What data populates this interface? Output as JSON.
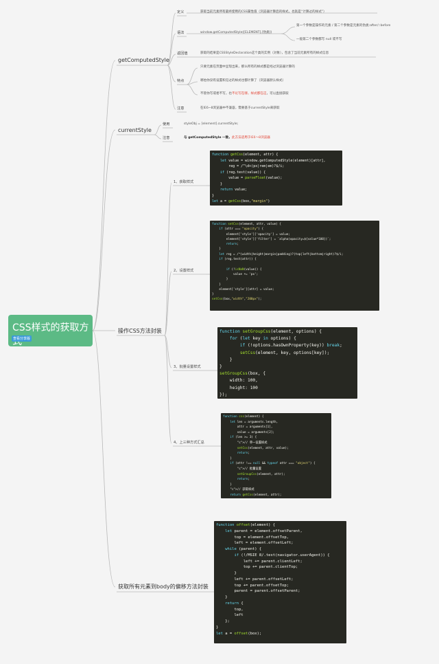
{
  "root": {
    "title": "CSS样式的获取方式",
    "tag": "查看分享版"
  },
  "getcomputedstyle": {
    "label": "getComputedStyle",
    "def_label": "定义",
    "def_text": "获取当前元素所有最终使用的CSS属性值（浏览器计算后的样式，也就是“计算过的样式”）",
    "syntax_label": "语法",
    "syntax_text": "window.getComputedStyle([ELEMENT],[伪类])",
    "syntax_note1": "第一个参数是操作的元素 / 第二个参数是元素的伪类:after/::before",
    "syntax_note2": "一般第二个参数都写 null 或不写",
    "return_label": "返回值",
    "return_text": "获取的结果是CSSStyleDeclaration这个类的实例（对象），包含了当前元素所有的样式信息",
    "feature_label": "特点",
    "feature1": "只要元素在页面中呈现出来，那么所有的样式都是经过浏览器计算的",
    "feature2": "哪怕你没有设置和见过的样式也都计算了（浏览器默认样式）",
    "feature3_pre": "不管你写或者不写，也",
    "feature3_hl": "不论写在哪，样式都在这",
    "feature3_post": "，可以直接获取",
    "note_label": "注意",
    "note_text": "在IE6~8浏览器中不兼容，需要基于currentStyle来获取"
  },
  "currentstyle": {
    "label": "currentStyle",
    "use_label": "使用",
    "use_text": "styleObj = [element].currentStyle;",
    "note_label": "注意",
    "note_bold": "与 getComputedStyle 一致，",
    "note_hl": "此方法适用于IE6～8浏览器"
  },
  "encapsulate": {
    "label": "操作CSS方法封装",
    "item1": "1、获取样式",
    "item2": "2、设置样式",
    "item3": "3、批量设置样式",
    "item4": "4、上三种方式汇总"
  },
  "offset": {
    "label": "获取所有元素到body的偏移方法封装"
  },
  "code": {
    "getcss": "function getCss(element, attr) {\n    let value = window.getComputedStyle(element)[attr],\n        reg = /^\\d+(px|rem|em)?$/i;\n    if (reg.test(value)) {\n        value = parseFloat(value);\n    }\n    return value;\n}\nlet a = getCss(box,\"margin\")",
    "setcss": "function setCss(element, attr, value) {\n    if (attr === \"opacity\") {\n        element['style']['opacity'] = value;\n        element['style']['filter'] = `alpha(opacity=${value*100})`;\n        return;\n    }\n    let reg = /^(width|height|margin|padding)?(top|left|bottom|right)?$/i;\n    if (reg.test(attr)) {\n\n        if (!isNaN(value)) {\n            value += 'px';\n        }\n    }\n    element['style'][attr] = value;\n}\nsetCss(box,\"width\",\"200px\");",
    "setgroup": "function setGroupCss(element, options) {\n    for (let key in options) {\n        if (!options.hasOwnProperty(key)) break;\n        setCss(element, key, options[key]);\n    }\n}\nsetGroupCss(box, {\n    width: 100,\n    height: 100\n});",
    "css": "function css(element) {\n    let len = arguments.length,\n        attr = arguments[1],\n        value = arguments[2];\n    if (len >= 3) {\n        // 单一设置样式\n        setCss(element, attr, value);\n        return;\n    }\n    if (attr !== null && typeof attr === \"object\") {\n        // 批量设置\n        setGroupCss(element, attr);\n        return;\n    }\n    // 获取样式\n    return getCss(element, attr);\n}",
    "offset": "function offset(element) {\n    let parent = element.offsetParent,\n        top = element.offsetTop,\n        left = element.offsetLeft;\n    while (parent) {\n        if (!/MSIE 8/.test(navigator.userAgent)) {\n            left += parent.clientLeft;\n            top += parent.clientTop;\n        }\n        left += parent.offsetLeft;\n        top += parent.offsetTop;\n        parent = parent.offsetParent;\n    }\n    return {\n        top,\n        left\n    };\n}\nlet a = offset(box);"
  },
  "colors": {
    "root": "#5cba85",
    "line": "#b8b8b8",
    "code_bg": "#272822",
    "highlight": "#e24a3b"
  }
}
